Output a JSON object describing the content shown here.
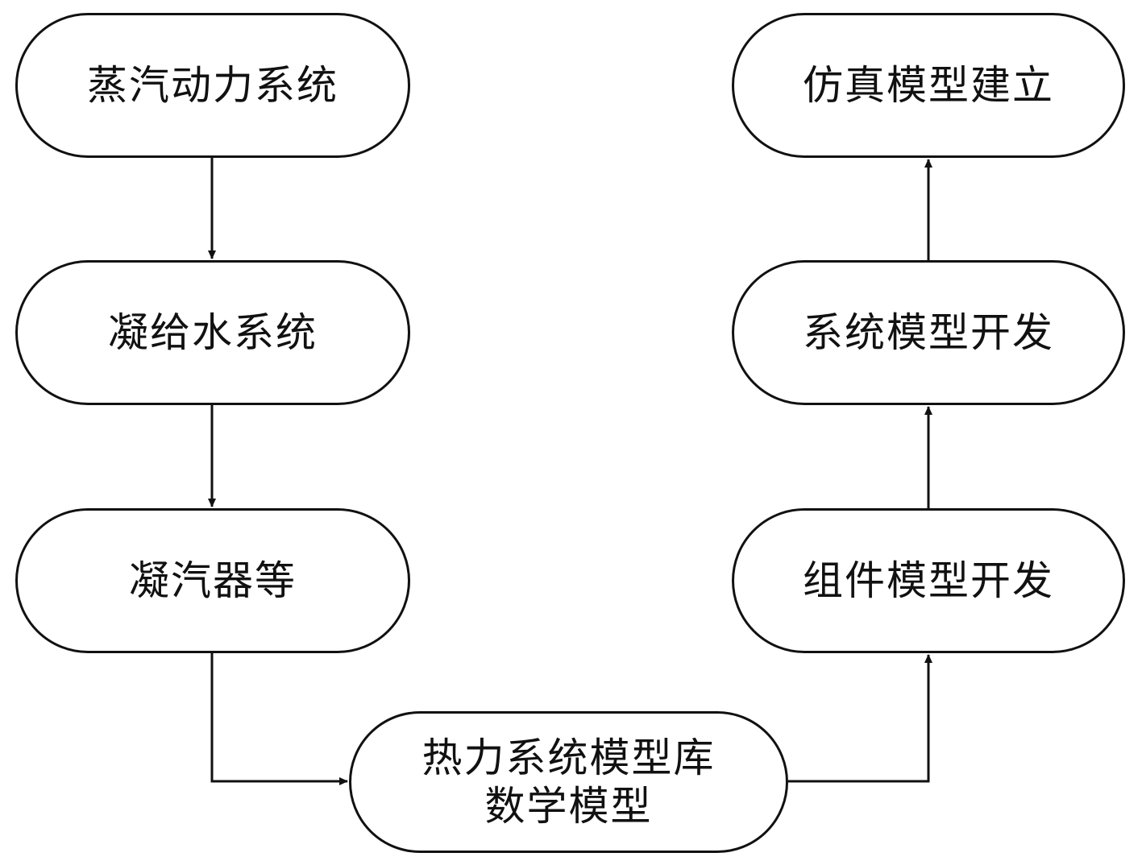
{
  "nodes": {
    "steam_power_system": "蒸汽动力系统",
    "condensate_feedwater_system": "凝给水系统",
    "condenser_etc": "凝汽器等",
    "thermal_model_library_line1": "热力系统模型库",
    "thermal_model_library_line2": "数学模型",
    "component_model_dev": "组件模型开发",
    "system_model_dev": "系统模型开发",
    "simulation_model_build": "仿真模型建立"
  },
  "colors": {
    "stroke": "#111111",
    "background": "#ffffff"
  }
}
